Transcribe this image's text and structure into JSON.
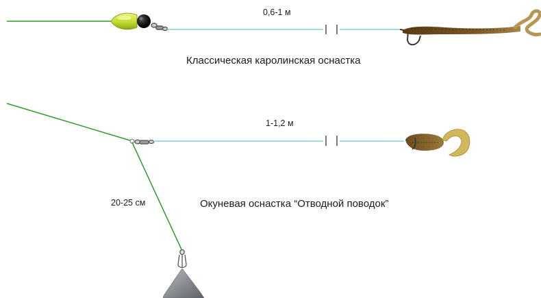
{
  "rig_carolina": {
    "length_label": "0,6-1 м",
    "caption": "Классическая каролинская оснастка"
  },
  "rig_dropshot": {
    "length_label": "1-1,2 м",
    "caption": "Окуневая оснастка “Отводной поводок”",
    "branch_length_label": "20-25 см"
  },
  "colors": {
    "main_line": "#2e9a2e",
    "leader_line": "#7fd6d9",
    "bullet_weight": "#c8df36",
    "bead": "#141414",
    "worm": "#6e4a1c",
    "worm_tail": "#c9a25c",
    "twister_body": "#7b5a2a",
    "twister_tail": "#d1b85a",
    "sinker": "#8e9296"
  }
}
